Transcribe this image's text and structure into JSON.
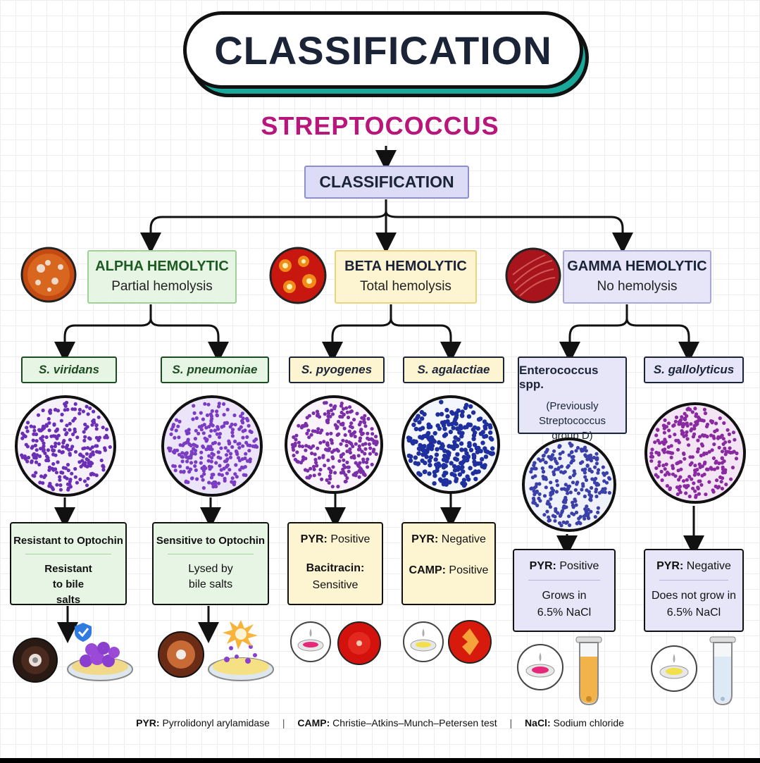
{
  "title": "CLASSIFICATION",
  "subject": "STREPTOCOCCUS",
  "classification_label": "CLASSIFICATION",
  "categories": [
    {
      "name": "ALPHA HEMOLYTIC",
      "desc": "Partial hemolysis",
      "color": "#e7f6e4"
    },
    {
      "name": "BETA HEMOLYTIC",
      "desc": "Total hemolysis",
      "color": "#fdf4d2"
    },
    {
      "name": "GAMMA HEMOLYTIC",
      "desc": "No hemolysis",
      "color": "#e6e6f8"
    }
  ],
  "species": [
    {
      "name": "S. viridans"
    },
    {
      "name": "S. pneumoniae"
    },
    {
      "name": "S. pyogenes"
    },
    {
      "name": "S. agalactiae"
    },
    {
      "name": "Enterococcus spp.",
      "note": "(Previously Streptococcus group D)"
    },
    {
      "name": "S. gallolyticus"
    }
  ],
  "tests": [
    {
      "line1": "Resistant to Optochin",
      "line2": "Resistant to bile salts"
    },
    {
      "line1": "Sensitive to Optochin",
      "line2": "Lysed by bile salts"
    },
    {
      "k1": "PYR:",
      "v1": "Positive",
      "k2": "Bacitracin:",
      "v2": "Sensitive"
    },
    {
      "k1": "PYR:",
      "v1": "Negative",
      "k2": "CAMP:",
      "v2": "Positive"
    },
    {
      "k1": "PYR:",
      "v1": "Positive",
      "line2": "Grows in 6.5% NaCl"
    },
    {
      "k1": "PYR:",
      "v1": "Negative",
      "line2": "Does not grow in 6.5% NaCl"
    }
  ],
  "legend": [
    {
      "abbr": "PYR:",
      "text": "Pyrrolidonyl arylamidase"
    },
    {
      "abbr": "CAMP:",
      "text": "Christie–Atkins–Munch–Petersen test"
    },
    {
      "abbr": "NaCl:",
      "text": "Sodium chloride"
    }
  ],
  "legend_separator": "|",
  "icons": {
    "micro_colors": [
      "#6a2fb5",
      "#7a3cc2",
      "#7a2fa8",
      "#1f2f9e",
      "#3b3fa8",
      "#8a2aa0"
    ],
    "micro_backgrounds": [
      "#f6f0fb",
      "#ece4f8",
      "#fbf3fb",
      "#f4f6fd",
      "#f0f2fb",
      "#f3e5f3"
    ]
  }
}
